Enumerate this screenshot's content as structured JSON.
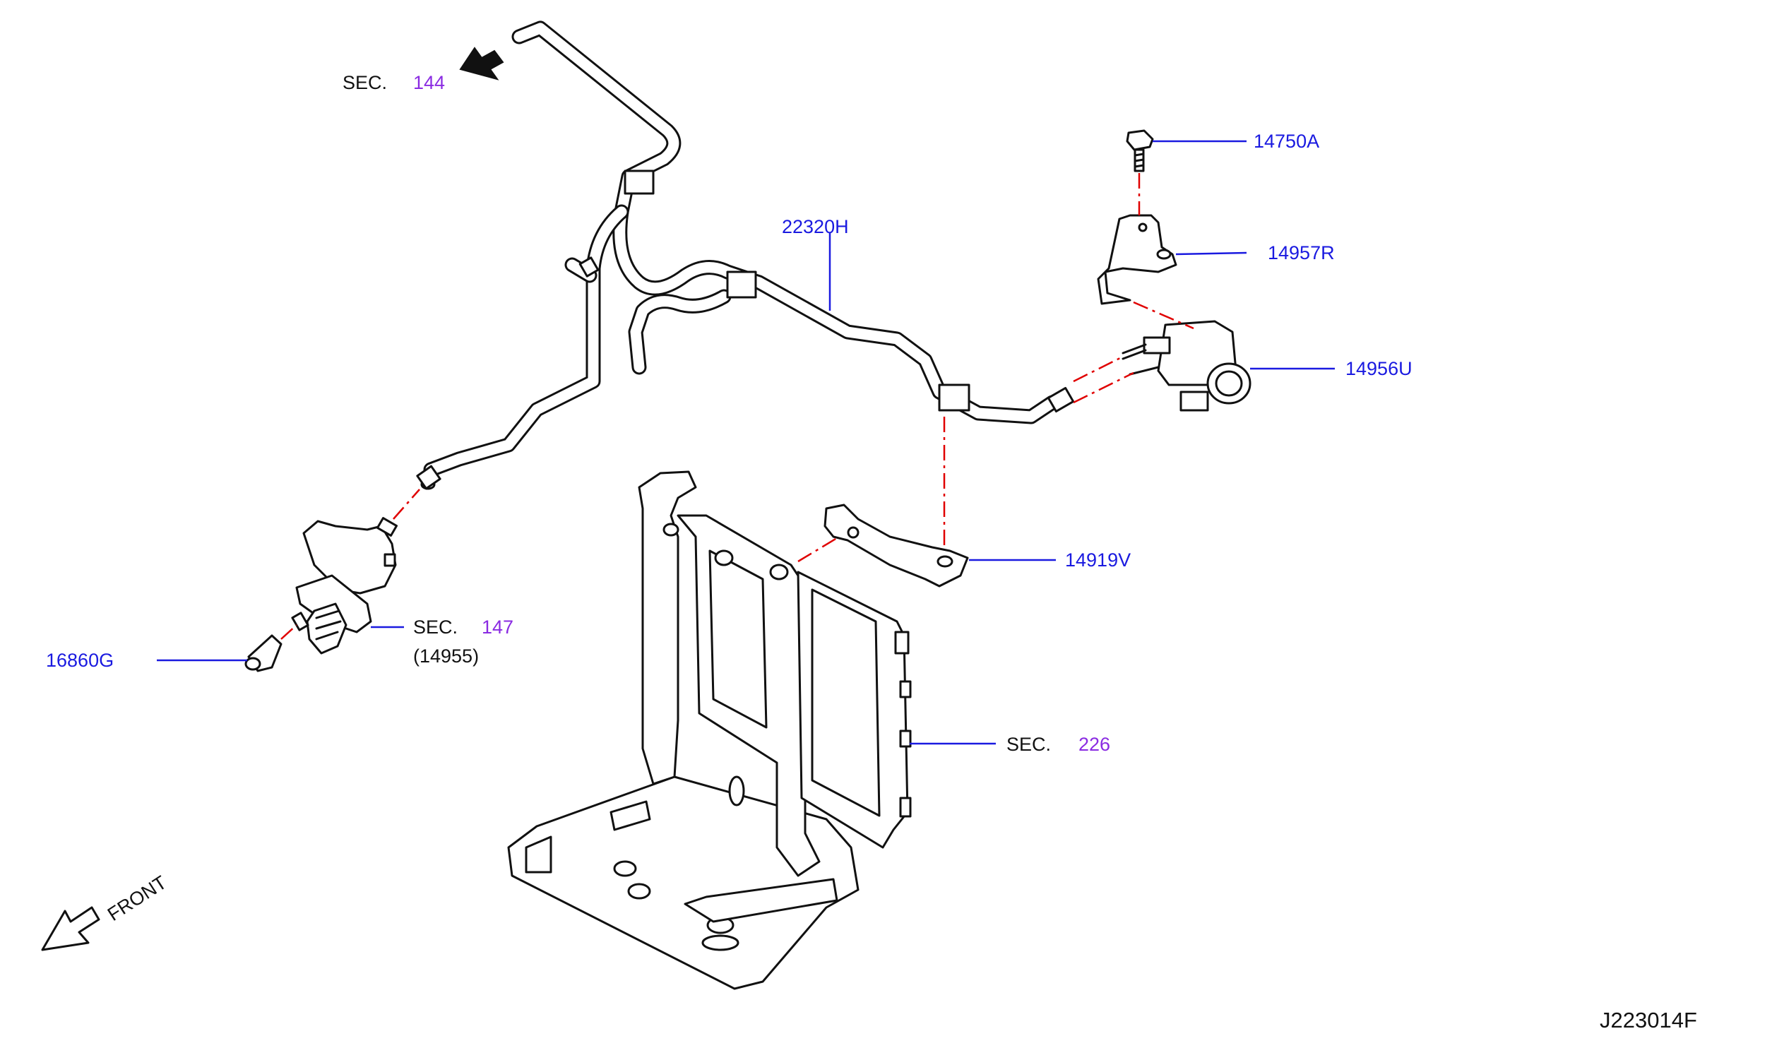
{
  "diagram_id": "J223014F",
  "front_label": "FRONT",
  "sec_prefix": "SEC.",
  "sections": {
    "sec_144": "144",
    "sec_147": "147",
    "sec_147_sub": "(14955)",
    "sec_226": "226"
  },
  "parts": {
    "p14750A": "14750A",
    "p14957R": "14957R",
    "p22320H": "22320H",
    "p14956U": "14956U",
    "p14919V": "14919V",
    "p16860G": "16860G"
  },
  "colors": {
    "part_number": "#1a1ae0",
    "section_number": "#8a2be2",
    "dashed_connector": "#e00000",
    "linework": "#111111"
  }
}
